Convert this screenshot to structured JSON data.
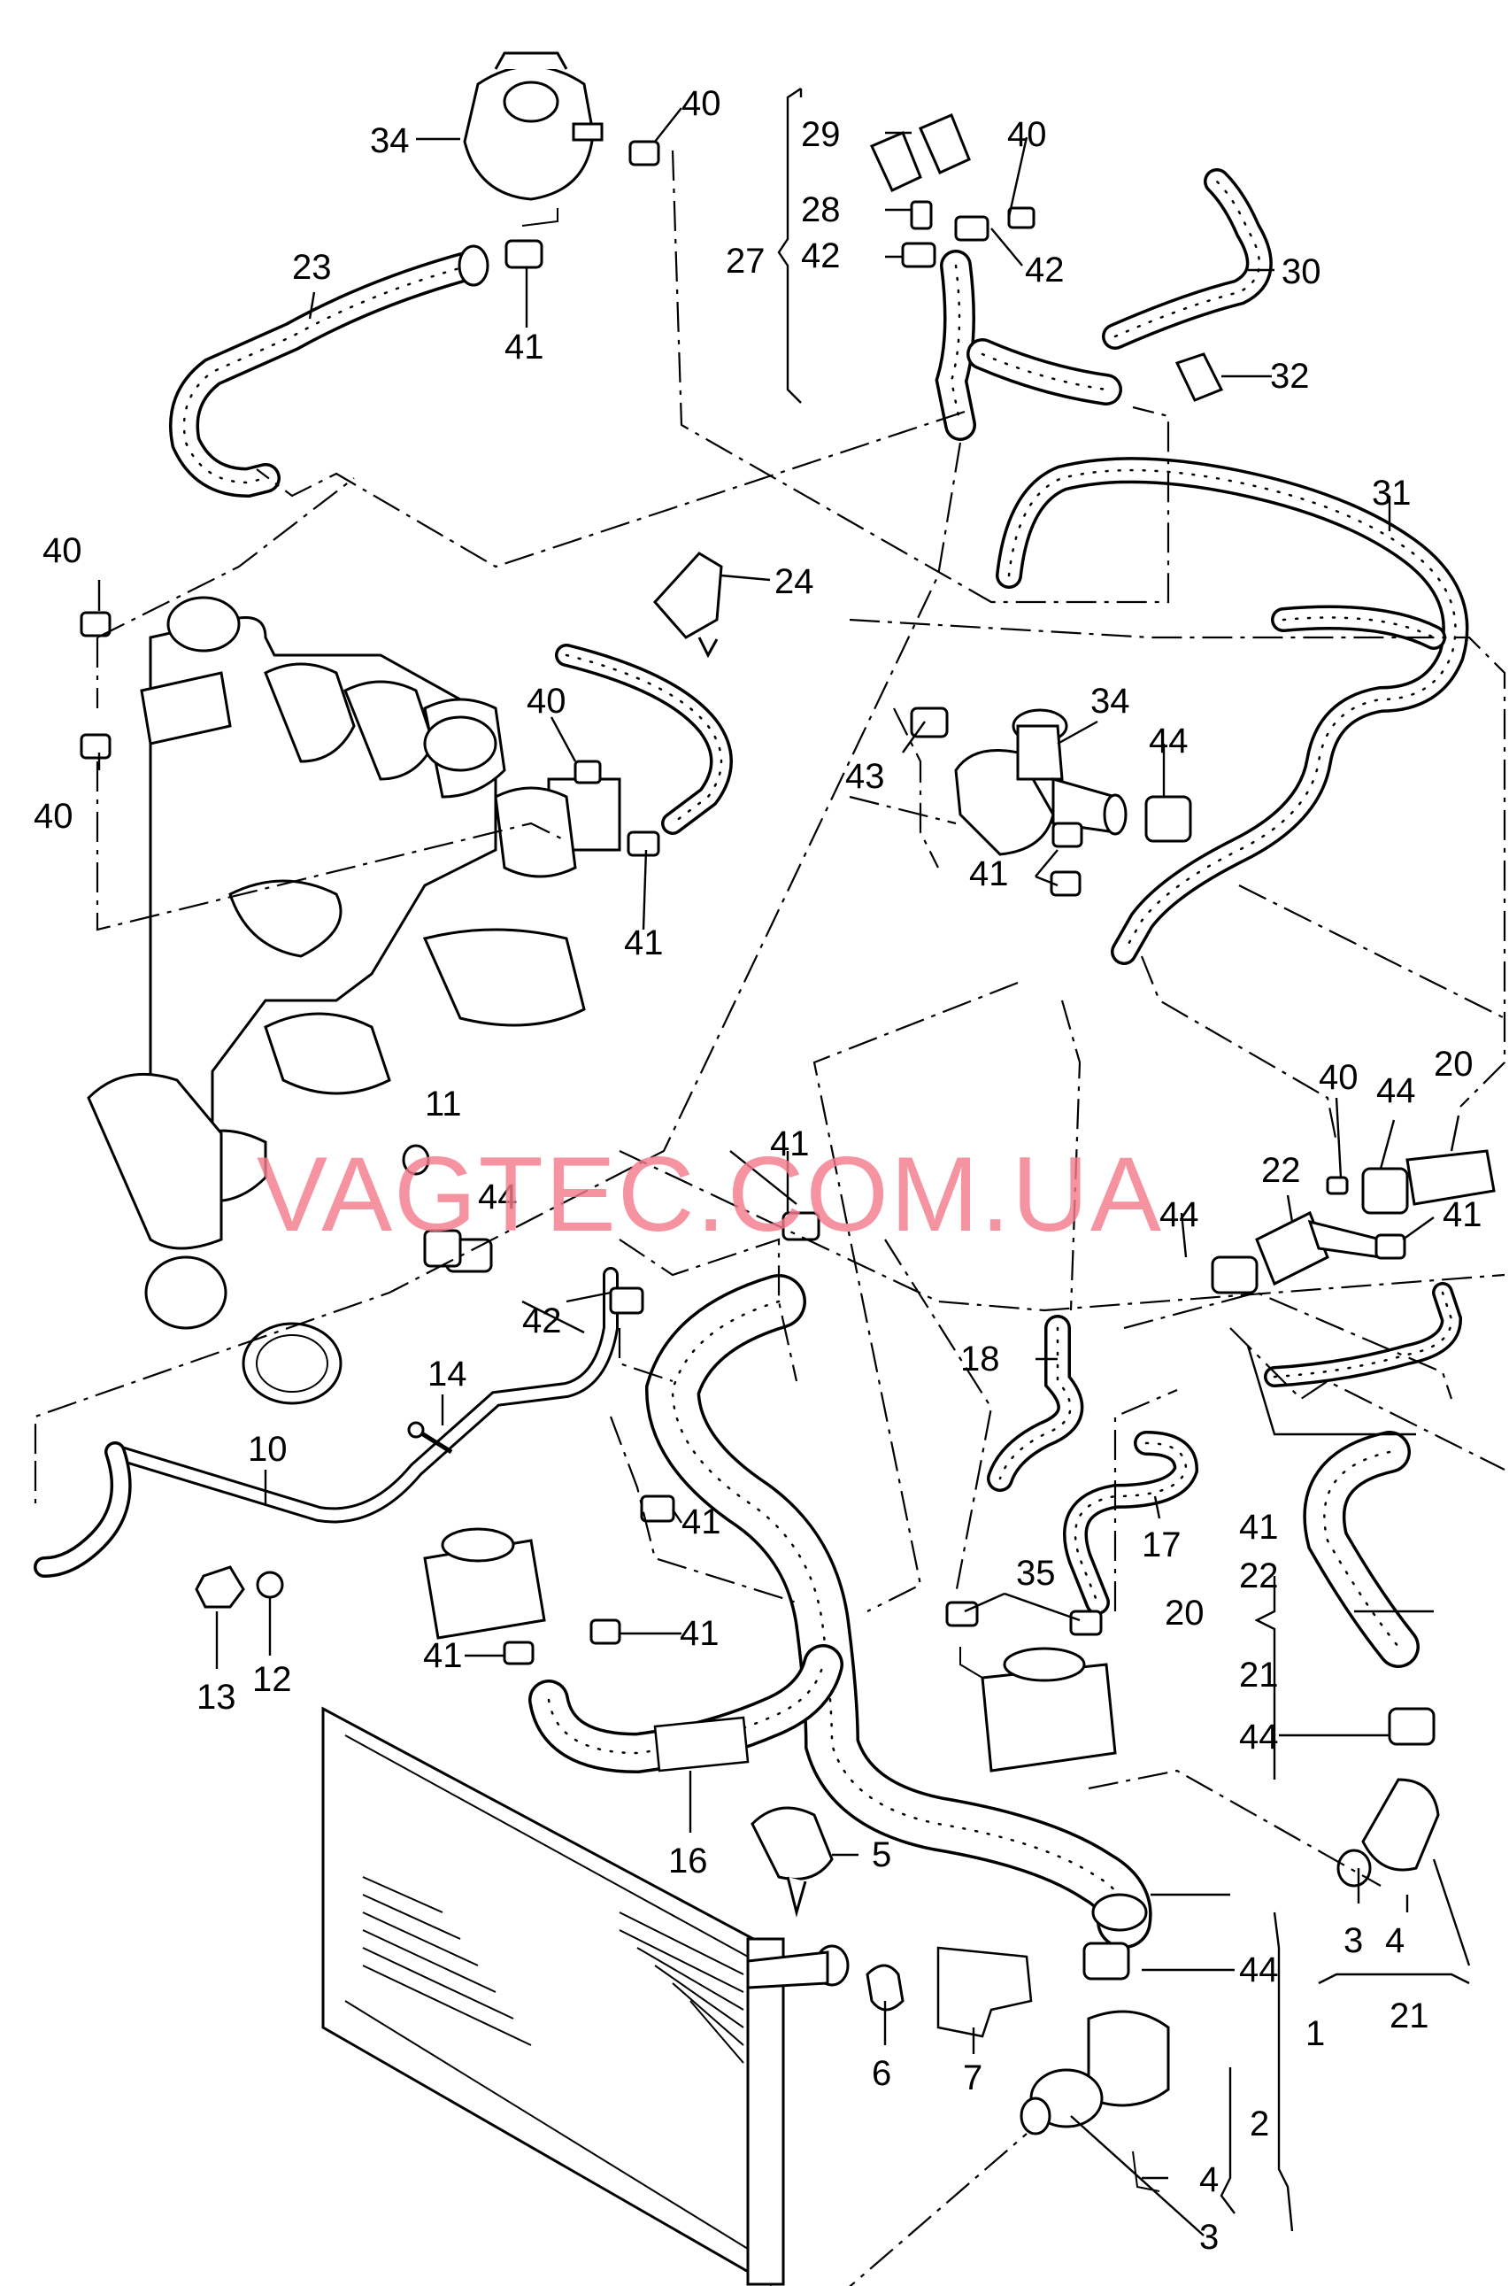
{
  "diagram": {
    "watermark": "VAGTEC.COM.UA",
    "callouts": {
      "c1": "1",
      "c2": "2",
      "c3a": "3",
      "c3b": "3",
      "c4a": "4",
      "c4b": "4",
      "c5": "5",
      "c6": "6",
      "c7": "7",
      "c10": "10",
      "c11": "11",
      "c12": "12",
      "c13": "13",
      "c14": "14",
      "c16": "16",
      "c17": "17",
      "c18": "18",
      "c20a": "20",
      "c20b": "20",
      "c21a": "21",
      "c21b": "21",
      "c22a": "22",
      "c22b": "22",
      "c23": "23",
      "c24": "24",
      "c27": "27",
      "c28": "28",
      "c29": "29",
      "c30": "30",
      "c31": "31",
      "c32": "32",
      "c34a": "34",
      "c34b": "34",
      "c35": "35",
      "c40a": "40",
      "c40b": "40",
      "c40c": "40",
      "c40d": "40",
      "c40e": "40",
      "c40f": "40",
      "c41a": "41",
      "c41b": "41",
      "c41c": "41",
      "c41d": "41",
      "c41e": "41",
      "c41f": "41",
      "c41g": "41",
      "c41h": "41",
      "c41i": "41",
      "c42a": "42",
      "c42b": "42",
      "c42c": "42",
      "c43": "43",
      "c44a": "44",
      "c44b": "44",
      "c44c": "44",
      "c44d": "44",
      "c44e": "44",
      "c44f": "44"
    },
    "colors": {
      "line": "#000000",
      "background": "#ffffff",
      "watermark": "#f47c8c"
    }
  }
}
